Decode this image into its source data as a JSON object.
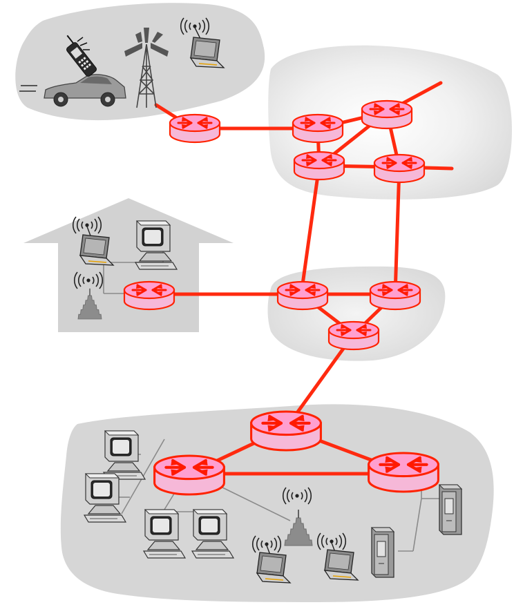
{
  "diagram": {
    "kind": "network-topology",
    "colors": {
      "link": "#ff2a0f",
      "router_top": "#ff9fcf",
      "router_side": "#f5b6d6",
      "router_outline": "#ff2200",
      "router_arrows": "#ff1a00",
      "region_fill": "#d6d6d6",
      "home_fill": "#d2d2d2",
      "host_dark": "#2b2b2b",
      "host_light": "#cfcfcf",
      "lan_line": "#8a8a8a"
    },
    "regions": [
      {
        "id": "mobile-network"
      },
      {
        "id": "isp-network-upper"
      },
      {
        "id": "home-network"
      },
      {
        "id": "isp-network-middle"
      },
      {
        "id": "institutional-network"
      }
    ],
    "routers": [
      {
        "id": "r-mobile-gw"
      },
      {
        "id": "r-isp-1"
      },
      {
        "id": "r-isp-2"
      },
      {
        "id": "r-isp-3"
      },
      {
        "id": "r-isp-4"
      },
      {
        "id": "r-home"
      },
      {
        "id": "r-mid-1"
      },
      {
        "id": "r-mid-2"
      },
      {
        "id": "r-mid-3"
      },
      {
        "id": "r-inst-top"
      },
      {
        "id": "r-inst-left"
      },
      {
        "id": "r-inst-right"
      }
    ],
    "links": [
      {
        "from": "r-mobile-gw",
        "to": "r-isp-1"
      },
      {
        "from": "r-isp-1",
        "to": "r-isp-2"
      },
      {
        "from": "r-isp-1",
        "to": "r-isp-3"
      },
      {
        "from": "r-isp-2",
        "to": "r-isp-3"
      },
      {
        "from": "r-isp-2",
        "to": "r-isp-4"
      },
      {
        "from": "r-isp-3",
        "to": "r-isp-4"
      },
      {
        "from": "r-isp-3",
        "to": "r-mid-1"
      },
      {
        "from": "r-isp-4",
        "to": "r-mid-2"
      },
      {
        "from": "r-home",
        "to": "r-mid-1"
      },
      {
        "from": "r-mid-1",
        "to": "r-mid-2"
      },
      {
        "from": "r-mid-1",
        "to": "r-mid-3"
      },
      {
        "from": "r-mid-2",
        "to": "r-mid-3"
      },
      {
        "from": "r-mid-3",
        "to": "r-inst-top"
      },
      {
        "from": "r-inst-top",
        "to": "r-inst-left"
      },
      {
        "from": "r-inst-top",
        "to": "r-inst-right"
      },
      {
        "from": "r-inst-left",
        "to": "r-inst-right"
      }
    ],
    "end_systems": [
      {
        "type": "cell-phone-icon",
        "network": "mobile-network"
      },
      {
        "type": "car-icon",
        "network": "mobile-network"
      },
      {
        "type": "cell-tower-icon",
        "network": "mobile-network"
      },
      {
        "type": "laptop-icon",
        "network": "mobile-network"
      },
      {
        "type": "laptop-icon",
        "network": "home-network"
      },
      {
        "type": "desktop-computer-icon",
        "network": "home-network"
      },
      {
        "type": "wireless-access-point-icon",
        "network": "home-network"
      },
      {
        "type": "desktop-computer-icon",
        "network": "institutional-network"
      },
      {
        "type": "desktop-computer-icon",
        "network": "institutional-network"
      },
      {
        "type": "desktop-computer-icon",
        "network": "institutional-network"
      },
      {
        "type": "desktop-computer-icon",
        "network": "institutional-network"
      },
      {
        "type": "wireless-access-point-icon",
        "network": "institutional-network"
      },
      {
        "type": "laptop-icon",
        "network": "institutional-network"
      },
      {
        "type": "laptop-icon",
        "network": "institutional-network"
      },
      {
        "type": "server-icon",
        "network": "institutional-network"
      },
      {
        "type": "server-icon",
        "network": "institutional-network"
      }
    ]
  }
}
